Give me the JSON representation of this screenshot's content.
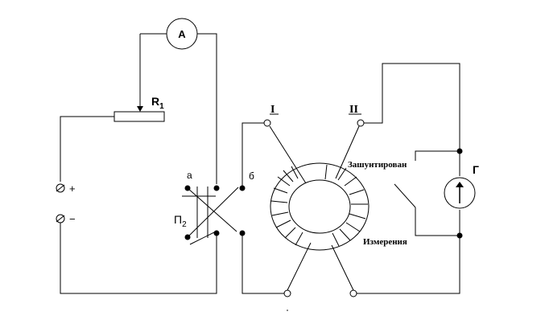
{
  "labels": {
    "ammeter": "A",
    "r1_main": "R",
    "r1_sub": "1",
    "term_plus": "+",
    "term_minus": "−",
    "switch_p_main": "П",
    "switch_p_sub": "2",
    "contact_a": "а",
    "contact_b": "б",
    "winding_1": "I",
    "winding_2": "II",
    "galvanometer": "Г",
    "shunted": "Зашунтирован",
    "measurement": "Измерения"
  }
}
